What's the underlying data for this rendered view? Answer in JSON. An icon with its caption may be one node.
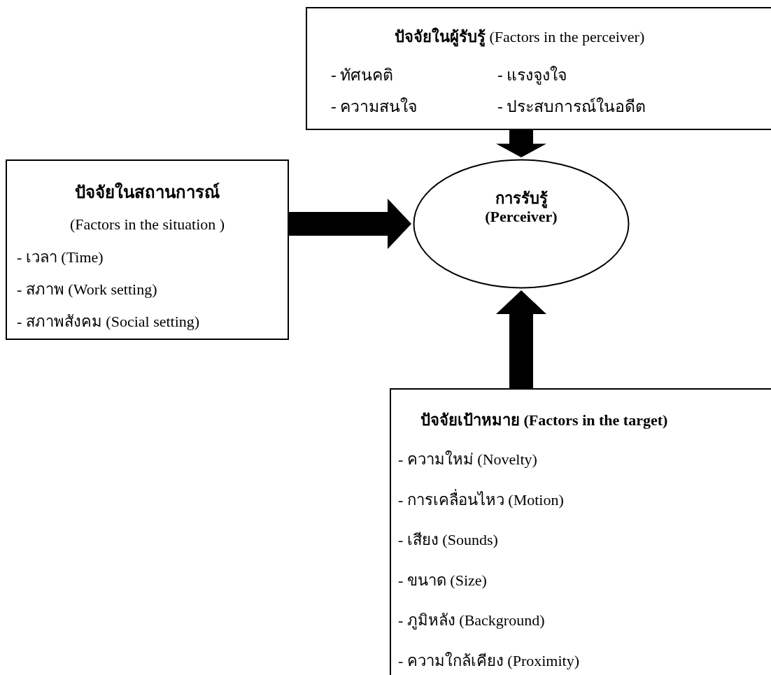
{
  "diagram": {
    "nodes": [
      {
        "text": [
          "**ปัจจัยในผู้รับรู้** (Factors in the perceiver)",
          "- ทัศนคติ",
          "- แรงจูงใจ",
          "- ความสนใจ",
          "- ประสบการณ์ในอดีต"
        ]
      },
      {
        "text": [
          "ปัจจัยในสถานการณ์",
          "(Factors in the situation )",
          "- เวลา (Time)",
          "- สภาพ (Work setting)",
          "- สภาพสังคม (Social setting)"
        ]
      },
      {
        "text": [
          "การรับรู้",
          "(Perceiver)"
        ]
      },
      {
        "text": [
          "ปัจจัยเป้าหมาย (Factors in the target)",
          "- ความใหม่ (Novelty)",
          "- การเคลื่อนไหว (Motion)",
          "- เสียง (Sounds)",
          "- ขนาด (Size)",
          "- ภูมิหลัง (Background)",
          "- ความใกล้เคียง (Proximity)"
        ]
      }
    ],
    "edges": [
      {
        "from": 0,
        "to": 2,
        "arrow": "to",
        "style": "thick"
      },
      {
        "from": 1,
        "to": 2,
        "arrow": "to",
        "style": "thick"
      },
      {
        "from": 3,
        "to": 2,
        "arrow": "to",
        "style": "thick"
      }
    ]
  }
}
